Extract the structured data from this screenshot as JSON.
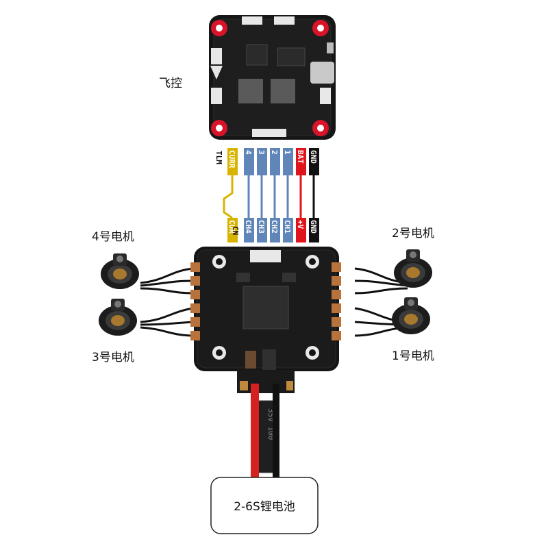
{
  "labels": {
    "flight_controller": "飞控",
    "motor4": "4号电机",
    "motor3": "3号电机",
    "motor2": "2号电机",
    "motor1": "1号电机",
    "battery": "2-6S锂电池",
    "tlm": "TLM",
    "cn": "CN"
  },
  "fc_pins": [
    "CURR",
    "4",
    "3",
    "2",
    "1",
    "BAT",
    "GND"
  ],
  "esc_pins": [
    "CUR",
    "CH4",
    "CH3",
    "CH2",
    "CH1",
    "+V",
    "GND"
  ],
  "pin_colors": [
    "#d8b400",
    "#5f85b9",
    "#5f85b9",
    "#5f85b9",
    "#5f85b9",
    "#e0141b",
    "#111111"
  ],
  "pin_text_colors": [
    "#ffffff",
    "#ffffff",
    "#ffffff",
    "#ffffff",
    "#ffffff",
    "#ffffff",
    "#ffffff"
  ],
  "colors": {
    "pad_red": "#d9142a",
    "board": "#151515",
    "copper": "#b8733c",
    "wire_red": "#d5211f",
    "wire_black": "#111111"
  },
  "capacitor_marking": "35V 100"
}
